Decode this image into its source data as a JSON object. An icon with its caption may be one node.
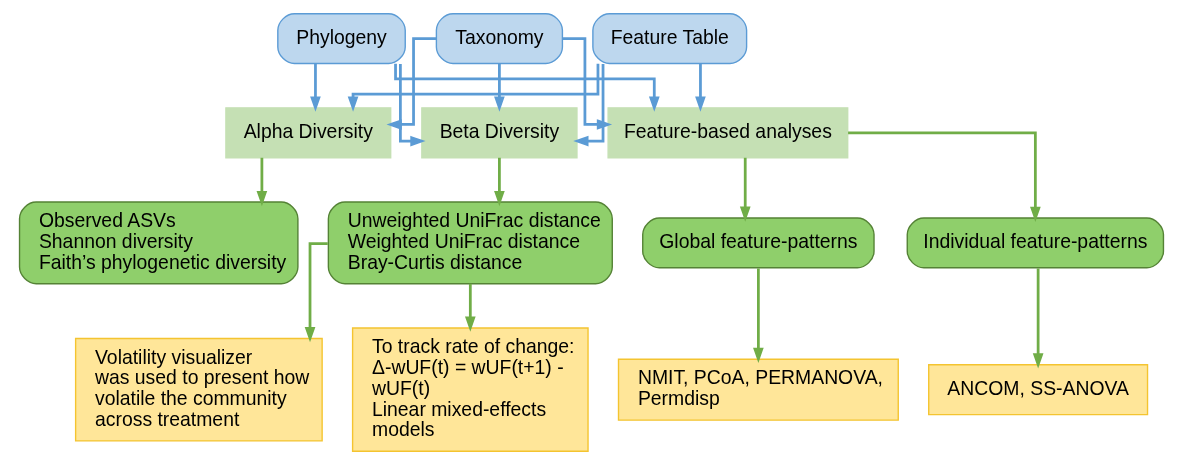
{
  "diagram": {
    "nodes": [
      {
        "text": [
          "Phylogeny"
        ]
      },
      {
        "text": [
          "Taxonomy"
        ]
      },
      {
        "text": [
          "Feature Table"
        ]
      },
      {
        "text": [
          "Alpha Diversity"
        ]
      },
      {
        "text": [
          "Beta Diversity"
        ]
      },
      {
        "text": [
          "Feature-based analyses"
        ]
      },
      {
        "text": [
          "Observed ASVs",
          "Shannon diversity",
          "Faith’s phylogenetic diversity"
        ]
      },
      {
        "text": [
          "Unweighted UniFrac distance",
          "Weighted UniFrac distance",
          "Bray-Curtis distance"
        ]
      },
      {
        "text": [
          "Global feature-patterns"
        ]
      },
      {
        "text": [
          "Individual feature-patterns"
        ]
      },
      {
        "text": [
          "Volatility visualizer was used to present how volatile the community across treatment"
        ]
      },
      {
        "text": [
          "To track rate of change:",
          "Δ-wUF(t) = wUF(t+1) - wUF(t)",
          "Linear mixed-effects models"
        ]
      },
      {
        "text": [
          "NMIT, PCoA, PERMANOVA, Permdisp"
        ]
      },
      {
        "text": [
          "ANCOM, SS-ANOVA"
        ]
      }
    ],
    "edges": [
      {
        "from": 0,
        "to": 3,
        "arrow": "to"
      },
      {
        "from": 0,
        "to": 4,
        "arrow": "to"
      },
      {
        "from": 0,
        "to": 5,
        "arrow": "to"
      },
      {
        "from": 1,
        "to": 3,
        "arrow": "to"
      },
      {
        "from": 1,
        "to": 4,
        "arrow": "to"
      },
      {
        "from": 1,
        "to": 5,
        "arrow": "to"
      },
      {
        "from": 2,
        "to": 3,
        "arrow": "to"
      },
      {
        "from": 2,
        "to": 4,
        "arrow": "to"
      },
      {
        "from": 2,
        "to": 5,
        "arrow": "to"
      },
      {
        "from": 3,
        "to": 6,
        "arrow": "to",
        "color": "#70ad47"
      },
      {
        "from": 4,
        "to": 7,
        "arrow": "to",
        "color": "#70ad47"
      },
      {
        "from": 5,
        "to": 8,
        "arrow": "to",
        "color": "#70ad47"
      },
      {
        "from": 5,
        "to": 9,
        "arrow": "to",
        "color": "#70ad47"
      },
      {
        "from": 7,
        "to": 10,
        "arrow": "to",
        "color": "#70ad47"
      },
      {
        "from": 7,
        "to": 11,
        "arrow": "to",
        "color": "#70ad47"
      },
      {
        "from": 8,
        "to": 12,
        "arrow": "to",
        "color": "#70ad47"
      },
      {
        "from": 9,
        "to": 13,
        "arrow": "to",
        "color": "#70ad47"
      }
    ]
  }
}
